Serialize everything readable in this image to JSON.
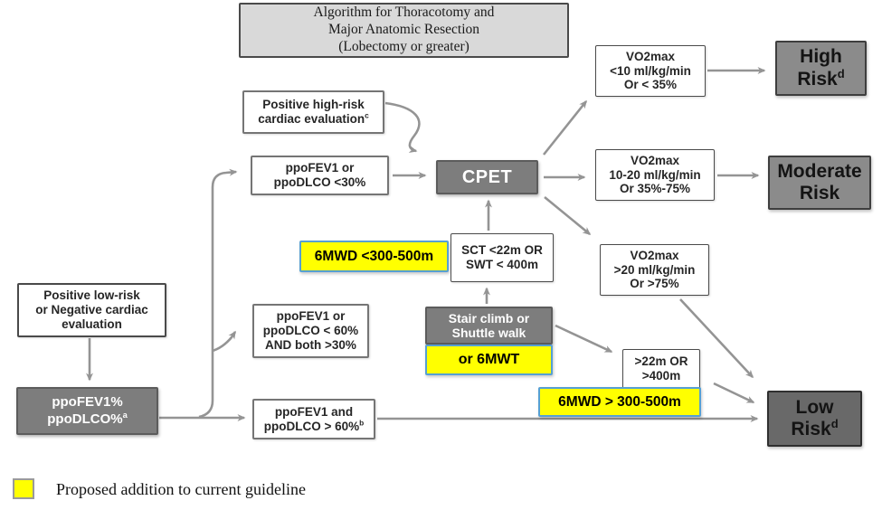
{
  "title_box": {
    "line1": "Algorithm for Thoracotomy and",
    "line2": "Major Anatomic Resection",
    "line3": "(Lobectomy or greater)"
  },
  "nodes": {
    "pos_high_risk": {
      "line1": "Positive high-risk",
      "line2": "cardiac evaluation",
      "sup": "c"
    },
    "ppofev_lt30": {
      "line1": "ppoFEV1 or",
      "line2": "ppoDLCO <30%"
    },
    "cpet": {
      "label": "CPET"
    },
    "vo2_high": {
      "line1": "VO2max",
      "line2": "<10 ml/kg/min",
      "line3": "Or < 35%"
    },
    "high_risk": {
      "line1": "High",
      "line2": "Risk",
      "sup": "d"
    },
    "vo2_mid": {
      "line1": "VO2max",
      "line2": "10-20 ml/kg/min",
      "line3": "Or 35%-75%"
    },
    "moderate_risk": {
      "line1": "Moderate",
      "line2": "Risk"
    },
    "vo2_low": {
      "line1": "VO2max",
      "line2": ">20 ml/kg/min",
      "line3": "Or >75%"
    },
    "mwd_lt": {
      "label": "6MWD <300-500m"
    },
    "sct_swt": {
      "line1": "SCT <22m OR",
      "line2": "SWT < 400m"
    },
    "pos_low_risk": {
      "line1": "Positive low-risk",
      "line2": "or Negative cardiac",
      "line3": "evaluation"
    },
    "ppofev_pct": {
      "line1": "ppoFEV1%",
      "line2": "ppoDLCO%",
      "sup": "a"
    },
    "ppofev_lt60": {
      "line1": "ppoFEV1 or",
      "line2": "ppoDLCO < 60%",
      "line3": "AND both >30%"
    },
    "stair": {
      "line1": "Stair climb or",
      "line2": "Shuttle walk"
    },
    "or_6mwt": {
      "label": "or 6MWT"
    },
    "gt_22m": {
      "line1": ">22m OR",
      "line2": ">400m"
    },
    "mwd_gt": {
      "label": "6MWD > 300-500m"
    },
    "ppofev_gt60": {
      "line1": "ppoFEV1 and",
      "line2": "ppoDLCO > 60%",
      "sup": "b"
    },
    "low_risk": {
      "line1": "Low",
      "line2": "Risk",
      "sup": "d"
    }
  },
  "legend": {
    "label": "Proposed addition to current guideline"
  },
  "colors": {
    "highlight_yellow": "#ffff00",
    "highlight_border_blue": "#56a0d3",
    "dark_node_gray": "#7d7d7d",
    "risk_gray": "#8b8b8b",
    "low_risk_gray": "#696969",
    "title_fill": "#d9d9d9",
    "arrow_gray": "#949494"
  }
}
